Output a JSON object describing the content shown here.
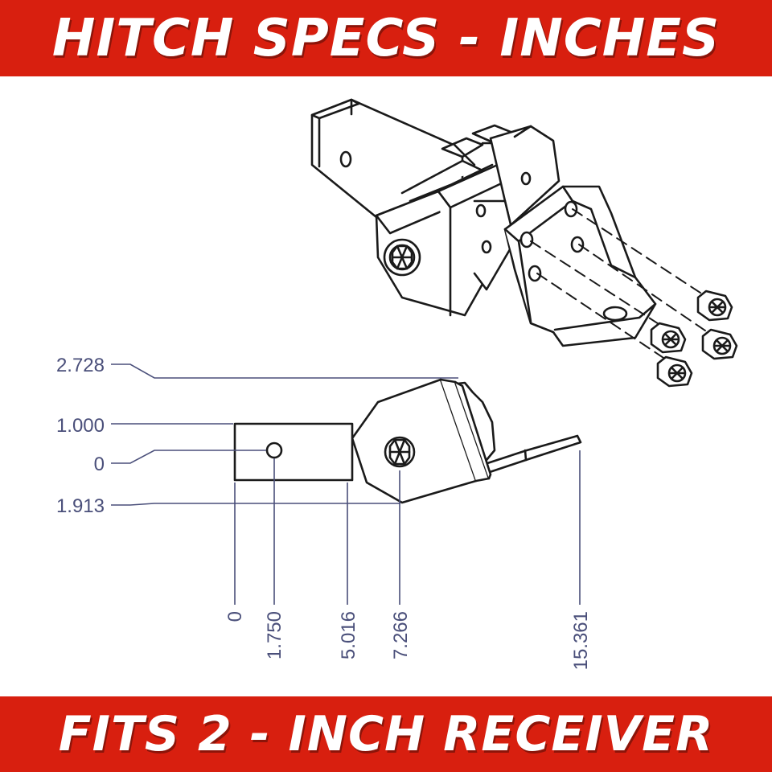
{
  "header": {
    "title": "HITCH SPECS - INCHES"
  },
  "footer": {
    "title": "FITS 2 - INCH RECEIVER"
  },
  "colors": {
    "banner": "#d81f0f",
    "ink": "#1a1a1a",
    "dimension": "#4a4f7a"
  },
  "dimensions": {
    "vertical": [
      "2.728",
      "1.000",
      "0",
      "1.913"
    ],
    "horizontal": [
      "0",
      "1.750",
      "5.016",
      "7.266",
      "15.361"
    ]
  }
}
